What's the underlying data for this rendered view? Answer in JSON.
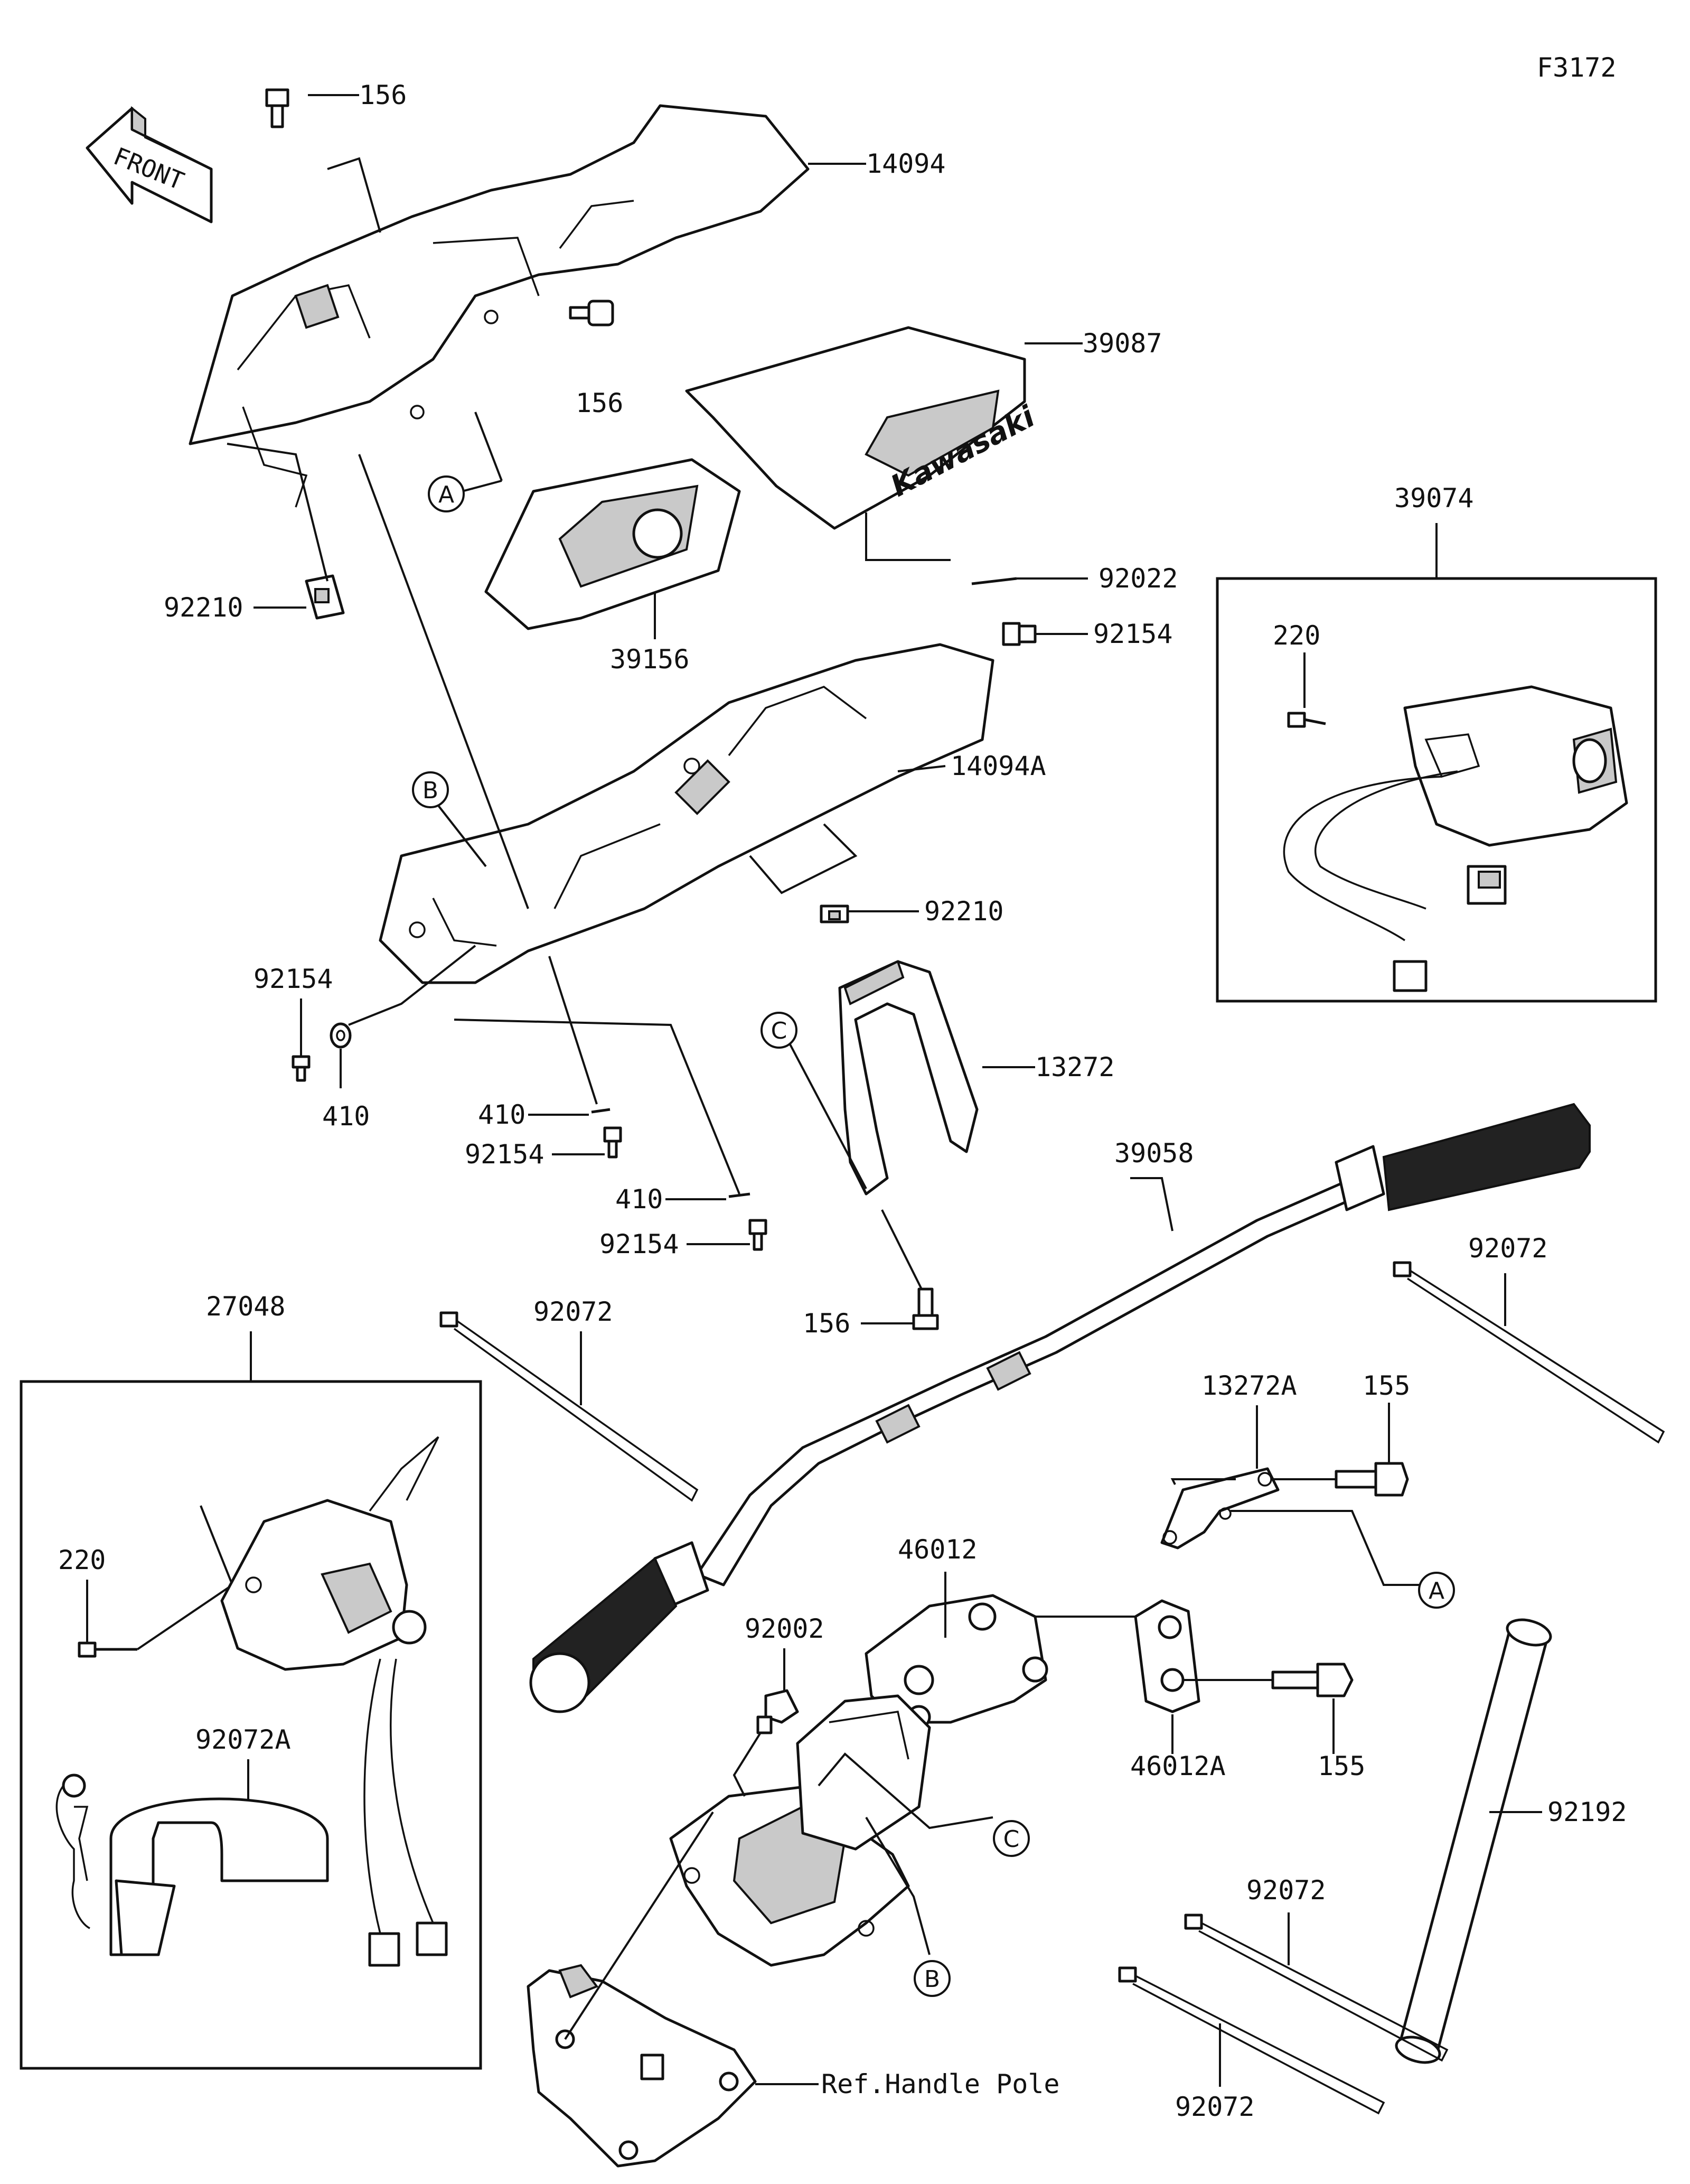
{
  "figure_code": "F3172",
  "front_label": "FRONT",
  "ref_label": "Ref.Handle Pole",
  "callouts": {
    "A": "A",
    "B": "B",
    "C": "C"
  },
  "parts": {
    "p156_top": "156",
    "p14094": "14094",
    "p156_mid": "156",
    "p39087": "39087",
    "p92022": "92022",
    "p92154_top": "92154",
    "p92210_top": "92210",
    "p39156": "39156",
    "p14094A": "14094A",
    "p92210_mid": "92210",
    "p92154_left": "92154",
    "p410_left": "410",
    "p410_mid": "410",
    "p92154_mid": "92154",
    "p410_low": "410",
    "p92154_low": "92154",
    "p13272": "13272",
    "p156_low": "156",
    "p39058": "39058",
    "p39074": "39074",
    "p220_right": "220",
    "p92072_right": "92072",
    "p27048": "27048",
    "p92072_center": "92072",
    "p220_left": "220",
    "p92072A": "92072A",
    "p13272A": "13272A",
    "p155_top": "155",
    "p46012": "46012",
    "p92002": "92002",
    "p46012A": "46012A",
    "p155_low": "155",
    "p92192": "92192",
    "p92072_br1": "92072",
    "p92072_br2": "92072"
  },
  "decal_text": "Kawasaki"
}
